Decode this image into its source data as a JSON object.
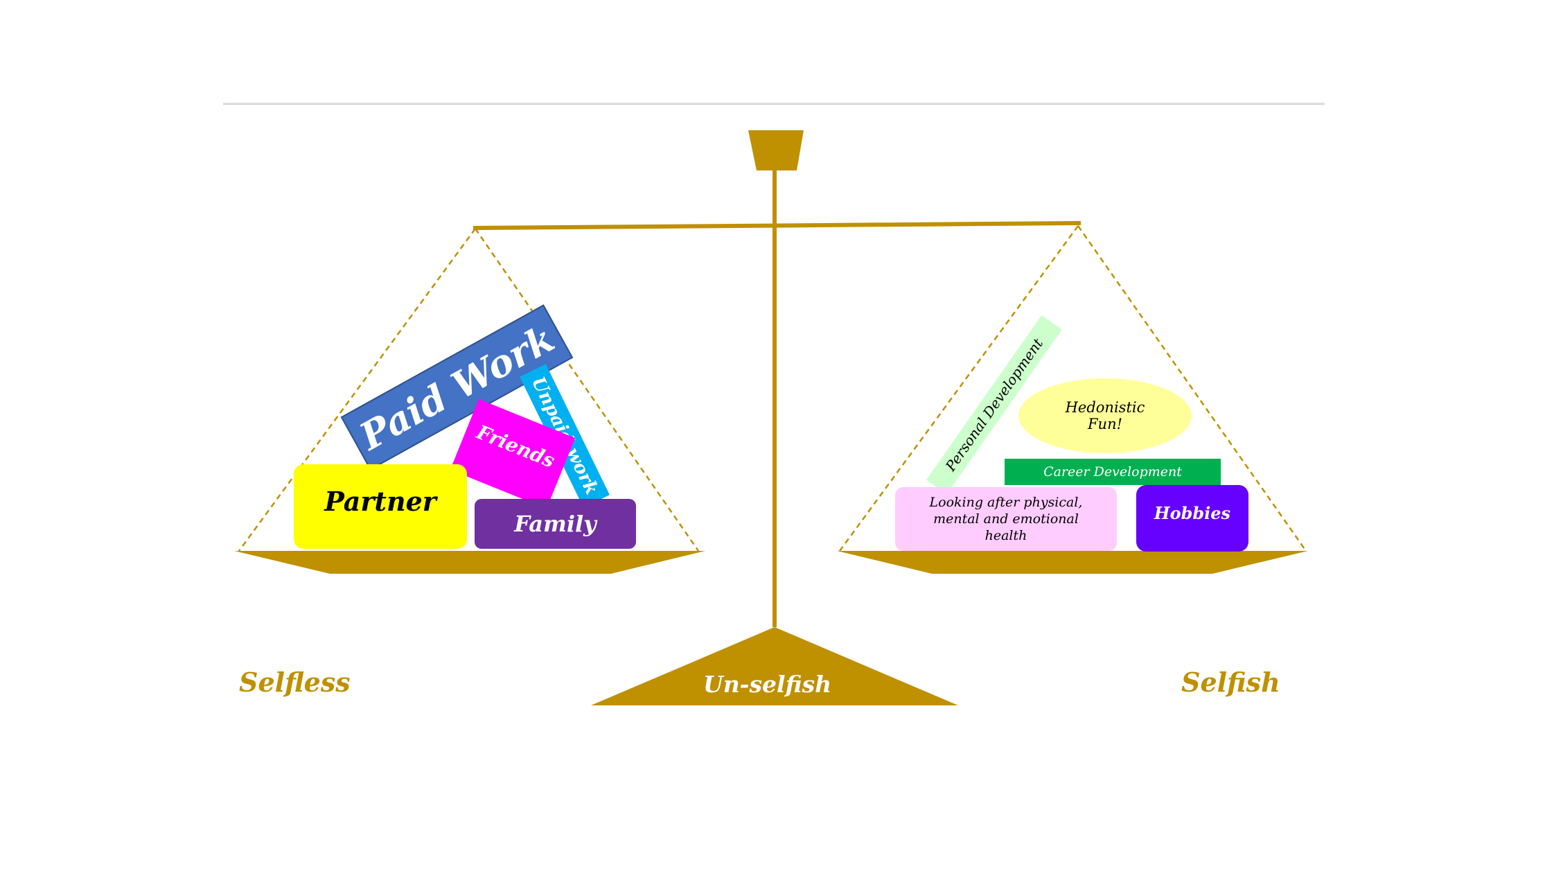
{
  "colors": {
    "gold": "#bf9000",
    "paid_work": "#4472c4",
    "unpaid_work": "#00b0f0",
    "friends": "#ff00ff",
    "partner": "#ffff00",
    "family": "#7030a0",
    "personal_development": "#ccffcc",
    "hedonistic_fun": "#ffff99",
    "career_development": "#00b050",
    "health": "#ffccff",
    "hobbies": "#6600ff",
    "divider": "#d9d9d9"
  },
  "left_pan": {
    "paid_work": "Paid Work",
    "unpaid_work": "Unpaid work",
    "friends": "Friends",
    "partner": "Partner",
    "family": "Family"
  },
  "right_pan": {
    "personal_development": "Personal Development",
    "hedonistic_fun_line1": "Hedonistic",
    "hedonistic_fun_line2": "Fun!",
    "career_development": "Career Development",
    "health_line1": "Looking after physical,",
    "health_line2": "mental and emotional",
    "health_line3": "health",
    "hobbies": "Hobbies"
  },
  "labels": {
    "selfless": "Selfless",
    "unselfish": "Un-selfish",
    "selfish": "Selfish"
  }
}
